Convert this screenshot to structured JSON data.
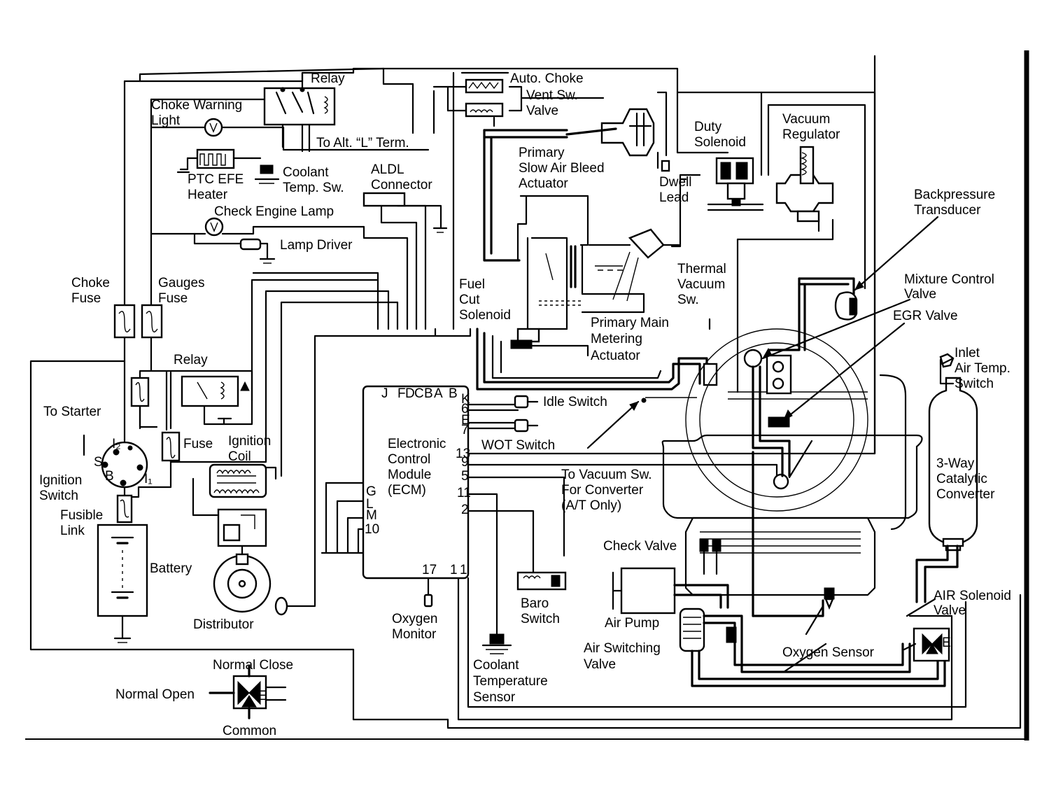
{
  "labels": {
    "relay_top": "Relay",
    "auto_choke": "Auto. Choke",
    "vent_sw_1": "Vent Sw.",
    "vent_sw_2": "Valve",
    "choke_warning_1": "Choke Warning",
    "choke_warning_2": "Light",
    "to_alt": "To Alt. “L” Term.",
    "duty_solenoid_1": "Duty",
    "duty_solenoid_2": "Solenoid",
    "vacuum_regulator_1": "Vacuum",
    "vacuum_regulator_2": "Regulator",
    "primary_slow_1": "Primary",
    "primary_slow_2": "Slow Air Bleed",
    "primary_slow_3": "Actuator",
    "ptc_1": "PTC EFE",
    "ptc_2": "Heater",
    "coolant_temp_sw_1": "Coolant",
    "coolant_temp_sw_2": "Temp. Sw.",
    "aldl_1": "ALDL",
    "aldl_2": "Connector",
    "dwell_1": "Dwell",
    "dwell_2": "Lead",
    "check_engine": "Check Engine Lamp",
    "backpressure_1": "Backpressure",
    "backpressure_2": "Transducer",
    "lamp_driver": "Lamp Driver",
    "thermal_1": "Thermal",
    "thermal_2": "Vacuum",
    "thermal_3": "Sw.",
    "mixture_1": "Mixture Control",
    "mixture_2": "Valve",
    "choke_fuse_1": "Choke",
    "choke_fuse_2": "Fuse",
    "gauges_fuse_1": "Gauges",
    "gauges_fuse_2": "Fuse",
    "fuel_cut_1": "Fuel",
    "fuel_cut_2": "Cut",
    "fuel_cut_3": "Solenoid",
    "egr": "EGR Valve",
    "primary_main_1": "Primary Main",
    "primary_main_2": "Metering",
    "primary_main_3": "Actuator",
    "relay_mid": "Relay",
    "inlet_1": "Inlet",
    "inlet_2": "Air Temp.",
    "inlet_3": "Switch",
    "to_starter": "To Starter",
    "idle_switch": "Idle Switch",
    "fuse": "Fuse",
    "ignition_coil_1": "Ignition",
    "ignition_coil_2": "Coil",
    "ecm_1": "Electronic",
    "ecm_2": "Control",
    "ecm_3": "Module",
    "ecm_4": "(ECM)",
    "wot_switch": "WOT Switch",
    "ignition_switch_1": "Ignition",
    "ignition_switch_2": "Switch",
    "to_vacuum_1": "To Vacuum Sw.",
    "to_vacuum_2": "For Converter",
    "to_vacuum_3": "(A/T Only)",
    "catalytic_1": "3-Way",
    "catalytic_2": "Catalytic",
    "catalytic_3": "Converter",
    "fusible_1": "Fusible",
    "fusible_2": "Link",
    "battery": "Battery",
    "check_valve": "Check Valve",
    "distributor": "Distributor",
    "oxygen_monitor_1": "Oxygen",
    "oxygen_monitor_2": "Monitor",
    "baro_1": "Baro",
    "baro_2": "Switch",
    "air_pump": "Air Pump",
    "air_solenoid_1": "AIR Solenoid",
    "air_solenoid_2": "Valve",
    "air_switching_1": "Air Switching",
    "air_switching_2": "Valve",
    "oxygen_sensor": "Oxygen Sensor",
    "coolant_sensor_1": "Coolant",
    "coolant_sensor_2": "Temperature",
    "coolant_sensor_3": "Sensor",
    "normal_close": "Normal Close",
    "normal_open": "Normal Open",
    "common": "Common"
  },
  "ecm_pins": {
    "J": "J",
    "F": "F",
    "D": "D",
    "C": "C",
    "B": "B",
    "A": "A",
    "B2": "B",
    "K": "K",
    "6": "6",
    "E": "E",
    "7": "7",
    "13": "13",
    "9": "9",
    "5": "5",
    "11": "11",
    "2": "2",
    "G": "G",
    "L": "L",
    "M": "M",
    "10": "10",
    "17": "17",
    "1a": "1",
    "1b": "1"
  },
  "switch_pins": {
    "I2": "I₂",
    "S": "S",
    "B": "B",
    "I1": "I₁",
    "E": "E"
  }
}
